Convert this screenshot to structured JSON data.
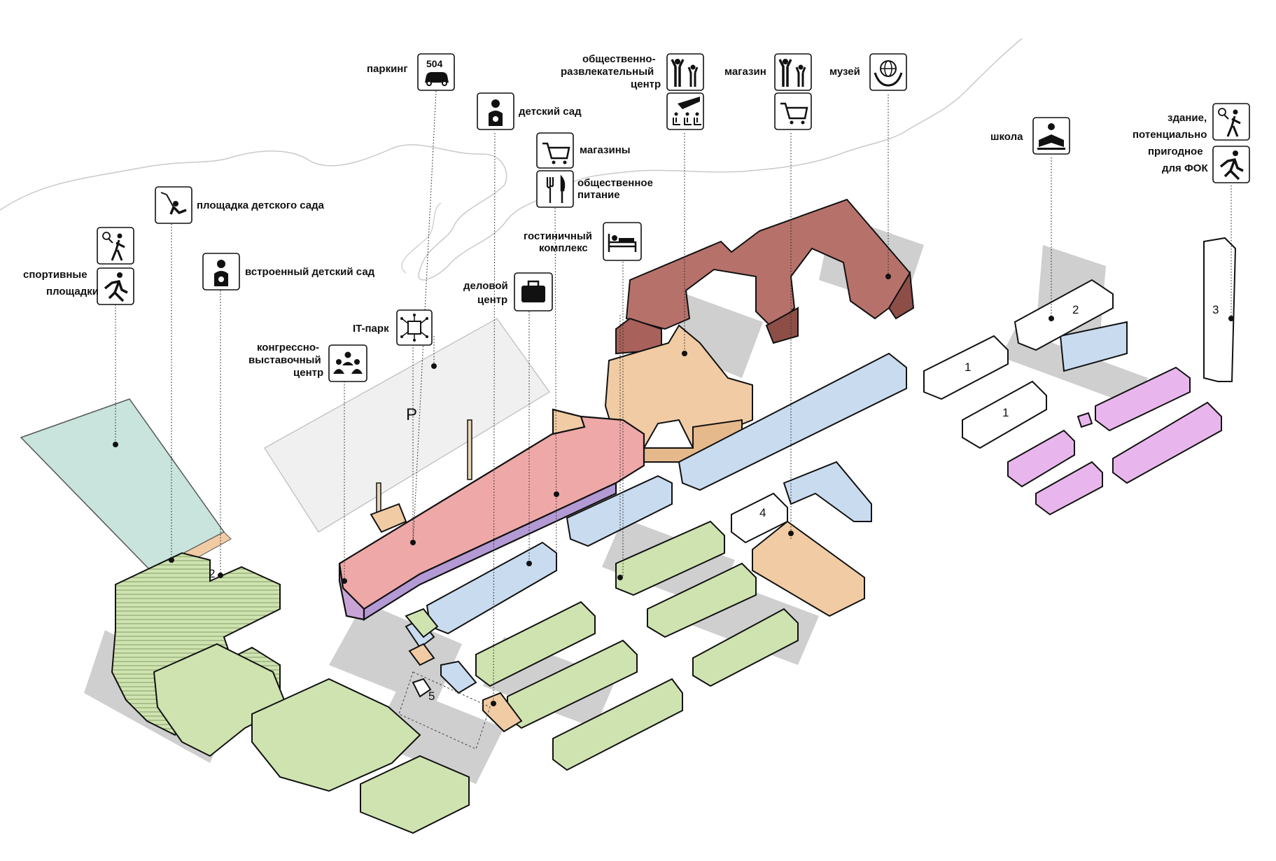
{
  "labels": {
    "parking": "паркинг",
    "parking_count": "504",
    "kindergarten": "детский сад",
    "shops": "магазины",
    "catering_1": "общественное",
    "catering_2": "питание",
    "entertainment_1": "общественно-",
    "entertainment_2": "развлекательный",
    "entertainment_3": "центр",
    "shop": "магазин",
    "museum": "музей",
    "school": "школа",
    "fok_1": "здание,",
    "fok_2": "потенциально",
    "fok_3": "пригодное",
    "fok_4": "для ФОК",
    "sports_1": "спортивные",
    "sports_2": "площадки",
    "kg_playground": "площадка детского сада",
    "builtin_kg": "встроенный детский сад",
    "it_park": "IT-парк",
    "congress_1": "конгрессно-",
    "congress_2": "выставочный",
    "congress_3": "центр",
    "business_1": "деловой",
    "business_2": "центр",
    "hotel_1": "гостиничный",
    "hotel_2": "комплекс",
    "parking_letter": "P"
  },
  "numbers": {
    "n1a": "1",
    "n1b": "1",
    "n2a": "2",
    "n2b": "2",
    "n3": "3",
    "n4": "4",
    "n5": "5"
  },
  "icons": [
    "car-icon",
    "baby-icon",
    "shopping-cart-icon",
    "cutlery-icon",
    "people-cheering-icon",
    "auditorium-icon",
    "globe-hands-icon",
    "reading-icon",
    "tennis-icon",
    "running-icon",
    "swing-icon",
    "circuit-chip-icon",
    "group-icon",
    "briefcase-icon",
    "bed-icon"
  ],
  "colors": {
    "residential_green": "#cfe3b0",
    "office_blue": "#c9dbef",
    "congress_red": "#efa8a8",
    "historic_brown": "#b7716b",
    "public_orange": "#f1cba3",
    "school_purple": "#e8b6ec",
    "sport_teal": "#c8e4dc",
    "new_white": "#ffffff"
  }
}
